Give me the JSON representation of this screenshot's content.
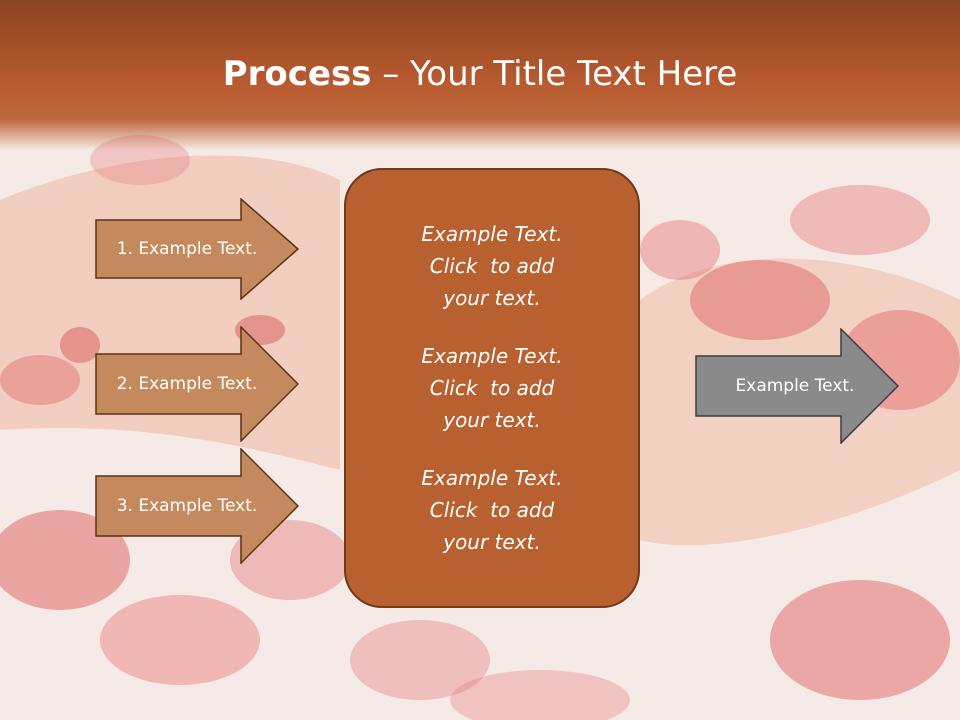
{
  "slide": {
    "title_bold": "Process",
    "title_rest": " – Your Title Text Here"
  },
  "steps": [
    {
      "label": "1. Example Text."
    },
    {
      "label": "2. Example Text."
    },
    {
      "label": "3. Example Text."
    }
  ],
  "center": {
    "paragraphs": [
      {
        "line1": "Example Text.",
        "line2": "Click  to add",
        "line3": "your text."
      },
      {
        "line1": "Example Text.",
        "line2": "Click  to add",
        "line3": "your text."
      },
      {
        "line1": "Example Text.",
        "line2": "Click  to add",
        "line3": "your text."
      }
    ]
  },
  "output": {
    "label": "Example Text."
  },
  "colors": {
    "header": "#b85a30",
    "step_fill": "#c48a5e",
    "center_fill": "#b8602f",
    "output_fill": "#8a8a8a"
  }
}
